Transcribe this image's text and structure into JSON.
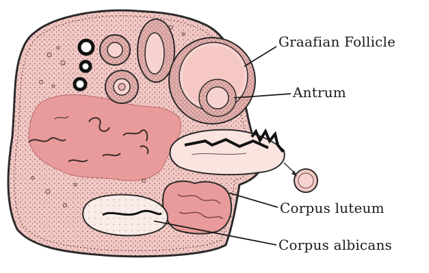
{
  "labels": {
    "graafian_follicle": "Graafian  Follicle",
    "antrum": "Antrum",
    "corpus_luteum": "Corpus luteum",
    "corpus_albicans": "Corpus albicans"
  },
  "colors": {
    "tissue": "#f3c8c4",
    "medulla": "#e99a9a",
    "follicle_fluid": "#f7d3d0",
    "outline": "#2a2a2a",
    "background": "#ffffff"
  }
}
